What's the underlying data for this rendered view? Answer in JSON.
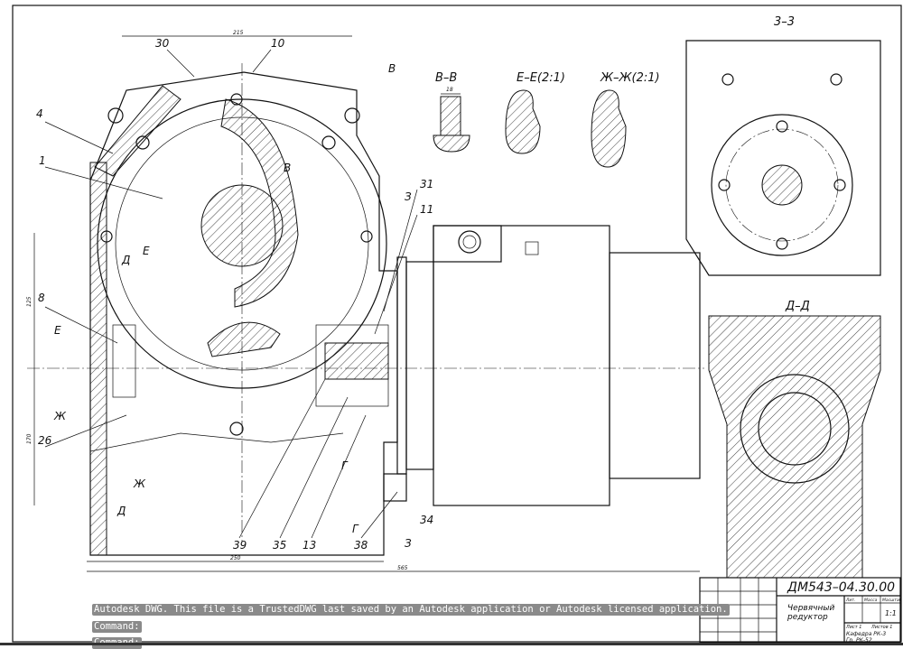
{
  "drawing": {
    "section_labels": {
      "s33": "3–3",
      "vv": "В–В",
      "ee": "Е–Е(2:1)",
      "zhzh": "Ж–Ж(2:1)",
      "dd": "Д–Д"
    },
    "callouts": [
      "30",
      "10",
      "4",
      "1",
      "8",
      "26",
      "39",
      "35",
      "13",
      "38",
      "34",
      "31",
      "11"
    ],
    "cut_letters": {
      "v": "В",
      "d": "Д",
      "e": "Е",
      "zh": "Ж",
      "g": "Г",
      "z": "З"
    },
    "dimensions": {
      "top": "215",
      "bottom1": "250",
      "bottom2": "565",
      "left1": "125",
      "left2": "170",
      "small": "18"
    }
  },
  "title_block": {
    "designation": "ДМ543–04.30.00",
    "name_line1": "Червячный",
    "name_line2": "редуктор",
    "scale": "1:1",
    "col_lit": "Лит.",
    "col_mass": "Масса",
    "col_scale": "Масштаб",
    "sheet": "Лист 1",
    "sheets": "Листов 1",
    "department": "Кафедра  РК-3",
    "group": "Гр.  РК-52"
  },
  "command_line": {
    "message": "Autodesk DWG.  This file is a TrustedDWG last saved by an Autodesk application or Autodesk licensed application.",
    "prompt1": "Command:",
    "prompt2": "Command:"
  }
}
